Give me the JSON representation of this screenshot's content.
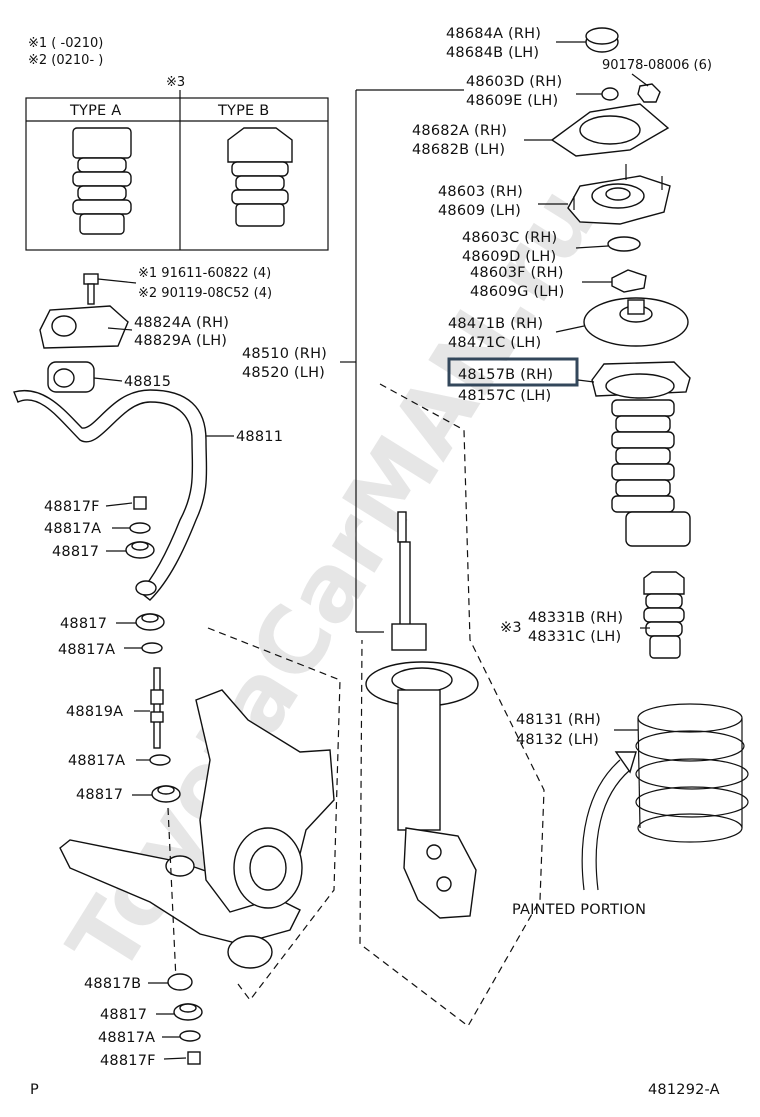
{
  "watermark": "ToyotaCarMAN.ru",
  "notes": {
    "n1": "※1 (     -0210)",
    "n2": "※2 (0210-     )",
    "n3": "※3"
  },
  "type_table": {
    "type_a": "TYPE A",
    "type_b": "TYPE B"
  },
  "parts": {
    "p48684": [
      "48684A (RH)",
      "48684B (LH)"
    ],
    "p90178": "90178-08006 (6)",
    "p48603d": [
      "48603D (RH)",
      "48609E (LH)"
    ],
    "p48682": [
      "48682A (RH)",
      "48682B (LH)"
    ],
    "p48603": [
      "48603 (RH)",
      "48609 (LH)"
    ],
    "p48603c": [
      "48603C (RH)",
      "48609D (LH)"
    ],
    "p48603f": [
      "48603F (RH)",
      "48609G (LH)"
    ],
    "p48471": [
      "48471B (RH)",
      "48471C (LH)"
    ],
    "p48157": [
      "48157B (RH)",
      "48157C (LH)"
    ],
    "p48331": [
      "48331B (RH)",
      "48331C (LH)"
    ],
    "p48331_note": "※3",
    "p48131": [
      "48131 (RH)",
      "48132 (LH)"
    ],
    "painted": "PAINTED PORTION",
    "p48510": [
      "48510 (RH)",
      "48520 (LH)"
    ],
    "bolt1": "※1  91611-60822 (4)",
    "bolt2": "※2  90119-08C52 (4)",
    "p48824": [
      "48824A (RH)",
      "48829A (LH)"
    ],
    "p48815": "48815",
    "p48811": "48811",
    "p48817F_a": "48817F",
    "p48817A_a": "48817A",
    "p48817_a": "48817",
    "p48817_b": "48817",
    "p48817A_b": "48817A",
    "p48819A": "48819A",
    "p48817A_c": "48817A",
    "p48817_c": "48817",
    "p48817B": "48817B",
    "p48817_d": "48817",
    "p48817A_d": "48817A",
    "p48817F_b": "48817F"
  },
  "footer": {
    "left": "P",
    "right": "481292-A"
  }
}
